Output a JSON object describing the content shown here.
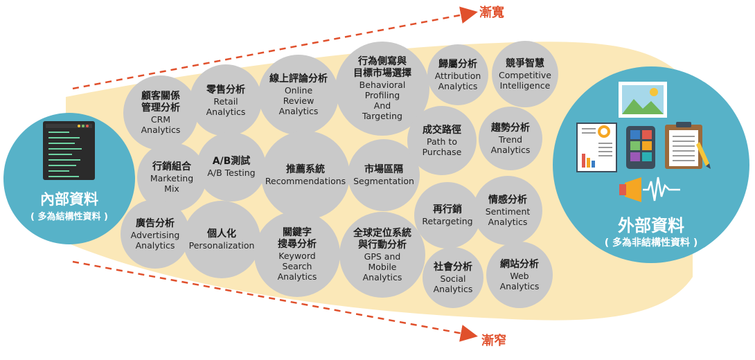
{
  "internal": {
    "title": "內部資料",
    "subtitle": "( 多為結構性資料 )"
  },
  "external": {
    "title": "外部資料",
    "subtitle": "( 多為非結構性資料 )"
  },
  "directions": {
    "widen": "漸寬",
    "narrow": "漸窄"
  },
  "colors": {
    "blob": "#fbe8b8",
    "circle": "#57b2c8",
    "bubble": "#c9c9c9",
    "arrow": "#e0502c"
  },
  "bubbles": [
    {
      "zh": "顧客關係\n管理分析",
      "en": "CRM\nAnalytics"
    },
    {
      "zh": "零售分析",
      "en": "Retail\nAnalytics"
    },
    {
      "zh": "線上評論分析",
      "en": "Online\nReview\nAnalytics"
    },
    {
      "zh": "行為側寫與\n目標市場選擇",
      "en": "Behavioral\nProfiling\nAnd\nTargeting"
    },
    {
      "zh": "歸屬分析",
      "en": "Attribution\nAnalytics"
    },
    {
      "zh": "競爭智慧",
      "en": "Competitive\nIntelligence"
    },
    {
      "zh": "行銷組合",
      "en": "Marketing\nMix"
    },
    {
      "zh": "A/B測試",
      "en": "A/B Testing"
    },
    {
      "zh": "推薦系統",
      "en": "Recommendations"
    },
    {
      "zh": "市場區隔",
      "en": "Segmentation"
    },
    {
      "zh": "成交路徑",
      "en": "Path to\nPurchase"
    },
    {
      "zh": "趨勢分析",
      "en": "Trend\nAnalytics"
    },
    {
      "zh": "廣告分析",
      "en": "Advertising\nAnalytics"
    },
    {
      "zh": "個人化",
      "en": "Personalization"
    },
    {
      "zh": "關鍵字\n搜尋分析",
      "en": "Keyword\nSearch\nAnalytics"
    },
    {
      "zh": "全球定位系統\n與行動分析",
      "en": "GPS and\nMobile\nAnalytics"
    },
    {
      "zh": "再行銷",
      "en": "Retargeting"
    },
    {
      "zh": "情感分析",
      "en": "Sentiment\nAnalytics"
    },
    {
      "zh": "社會分析",
      "en": "Social\nAnalytics"
    },
    {
      "zh": "網站分析",
      "en": "Web\nAnalytics"
    }
  ]
}
